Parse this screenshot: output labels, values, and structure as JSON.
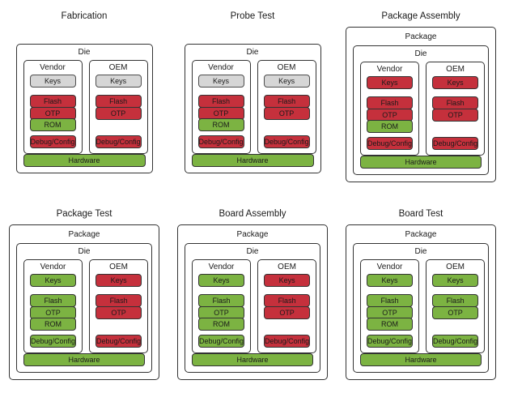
{
  "colors": {
    "red": "#C5303C",
    "green": "#7CB342",
    "gray": "#D6D6D6",
    "box_border": "#333333",
    "text": "#1A1A1A",
    "background": "#FFFFFF"
  },
  "labels": {
    "package": "Package",
    "die": "Die",
    "hardware": "Hardware"
  },
  "panels": [
    {
      "title": "Fabrication",
      "has_package": false,
      "columns": [
        {
          "name": "Vendor",
          "items": [
            {
              "label": "Keys",
              "state": "gray"
            },
            {
              "label": "Flash",
              "state": "red"
            },
            {
              "label": "OTP",
              "state": "red"
            },
            {
              "label": "ROM",
              "state": "green"
            },
            {
              "label": "Debug/Config",
              "state": "red"
            }
          ]
        },
        {
          "name": "OEM",
          "items": [
            {
              "label": "Keys",
              "state": "gray"
            },
            {
              "label": "Flash",
              "state": "red"
            },
            {
              "label": "OTP",
              "state": "red"
            },
            {
              "label": "Debug/Config",
              "state": "red"
            }
          ]
        }
      ],
      "hardware_state": "green"
    },
    {
      "title": "Probe Test",
      "has_package": false,
      "columns": [
        {
          "name": "Vendor",
          "items": [
            {
              "label": "Keys",
              "state": "gray"
            },
            {
              "label": "Flash",
              "state": "red"
            },
            {
              "label": "OTP",
              "state": "red"
            },
            {
              "label": "ROM",
              "state": "green"
            },
            {
              "label": "Debug/Config",
              "state": "red"
            }
          ]
        },
        {
          "name": "OEM",
          "items": [
            {
              "label": "Keys",
              "state": "gray"
            },
            {
              "label": "Flash",
              "state": "red"
            },
            {
              "label": "OTP",
              "state": "red"
            },
            {
              "label": "Debug/Config",
              "state": "red"
            }
          ]
        }
      ],
      "hardware_state": "green"
    },
    {
      "title": "Package Assembly",
      "has_package": true,
      "columns": [
        {
          "name": "Vendor",
          "items": [
            {
              "label": "Keys",
              "state": "red"
            },
            {
              "label": "Flash",
              "state": "red"
            },
            {
              "label": "OTP",
              "state": "red"
            },
            {
              "label": "ROM",
              "state": "green"
            },
            {
              "label": "Debug/Config",
              "state": "red"
            }
          ]
        },
        {
          "name": "OEM",
          "items": [
            {
              "label": "Keys",
              "state": "red"
            },
            {
              "label": "Flash",
              "state": "red"
            },
            {
              "label": "OTP",
              "state": "red"
            },
            {
              "label": "Debug/Config",
              "state": "red"
            }
          ]
        }
      ],
      "hardware_state": "green"
    },
    {
      "title": "Package Test",
      "has_package": true,
      "columns": [
        {
          "name": "Vendor",
          "items": [
            {
              "label": "Keys",
              "state": "green"
            },
            {
              "label": "Flash",
              "state": "green"
            },
            {
              "label": "OTP",
              "state": "green"
            },
            {
              "label": "ROM",
              "state": "green"
            },
            {
              "label": "Debug/Config",
              "state": "green"
            }
          ]
        },
        {
          "name": "OEM",
          "items": [
            {
              "label": "Keys",
              "state": "red"
            },
            {
              "label": "Flash",
              "state": "red"
            },
            {
              "label": "OTP",
              "state": "red"
            },
            {
              "label": "Debug/Config",
              "state": "red"
            }
          ]
        }
      ],
      "hardware_state": "green"
    },
    {
      "title": "Board Assembly",
      "has_package": true,
      "columns": [
        {
          "name": "Vendor",
          "items": [
            {
              "label": "Keys",
              "state": "green"
            },
            {
              "label": "Flash",
              "state": "green"
            },
            {
              "label": "OTP",
              "state": "green"
            },
            {
              "label": "ROM",
              "state": "green"
            },
            {
              "label": "Debug/Config",
              "state": "green"
            }
          ]
        },
        {
          "name": "OEM",
          "items": [
            {
              "label": "Keys",
              "state": "red"
            },
            {
              "label": "Flash",
              "state": "red"
            },
            {
              "label": "OTP",
              "state": "red"
            },
            {
              "label": "Debug/Config",
              "state": "red"
            }
          ]
        }
      ],
      "hardware_state": "green"
    },
    {
      "title": "Board Test",
      "has_package": true,
      "columns": [
        {
          "name": "Vendor",
          "items": [
            {
              "label": "Keys",
              "state": "green"
            },
            {
              "label": "Flash",
              "state": "green"
            },
            {
              "label": "OTP",
              "state": "green"
            },
            {
              "label": "ROM",
              "state": "green"
            },
            {
              "label": "Debug/Config",
              "state": "green"
            }
          ]
        },
        {
          "name": "OEM",
          "items": [
            {
              "label": "Keys",
              "state": "green"
            },
            {
              "label": "Flash",
              "state": "green"
            },
            {
              "label": "OTP",
              "state": "green"
            },
            {
              "label": "Debug/Config",
              "state": "green"
            }
          ]
        }
      ],
      "hardware_state": "green"
    }
  ]
}
